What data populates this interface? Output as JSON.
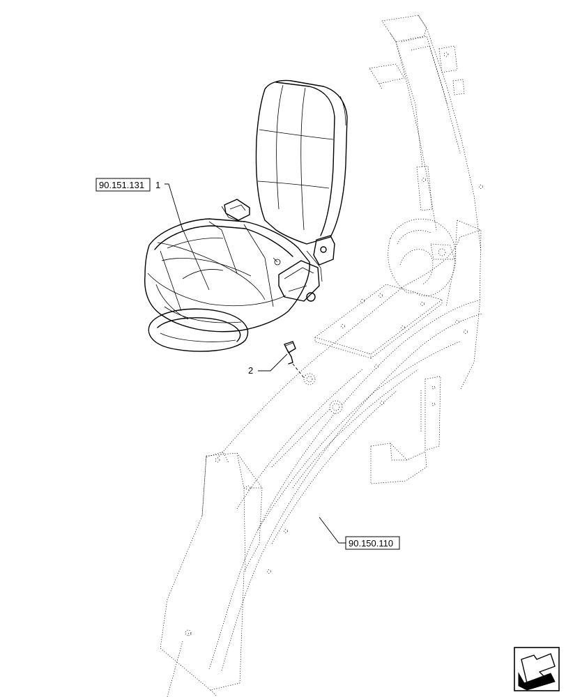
{
  "diagram": {
    "refs": {
      "seat_ref": "90.151.131",
      "fender_ref": "90.150.110"
    },
    "callouts": {
      "seat_item": "1",
      "bolt_item": "2"
    },
    "nav_icon": "arrow-corner-icon"
  }
}
